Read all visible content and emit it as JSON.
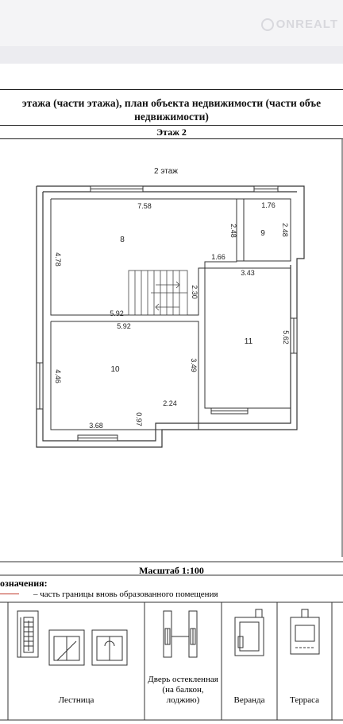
{
  "watermark": "ONREALT",
  "document": {
    "title_line1": "этажа (части этажа), план объекта недвижимости (части объе",
    "title_line2": "недвижимости)",
    "floor_header": "Этаж 2"
  },
  "plan": {
    "caption": "2 этаж",
    "rooms": [
      {
        "number": "8"
      },
      {
        "number": "9"
      },
      {
        "number": "10"
      },
      {
        "number": "11"
      }
    ],
    "dimensions": [
      "7.58",
      "4.78",
      "2.48",
      "1.76",
      "2.48",
      "1.66",
      "3.43",
      "2.30",
      "5.92",
      "5.92",
      "4.46",
      "3.49",
      "5.62",
      "2.24",
      "3.68",
      "0.97"
    ]
  },
  "scale": "Масштаб 1:100",
  "legend": {
    "title": "означения:",
    "line_note": "– часть границы вновь образованного помещения",
    "line_color": "#c0392b",
    "cells": [
      {
        "label": "Лестница"
      },
      {
        "label": "Дверь остекленная (на балкон, лоджию)"
      },
      {
        "label": "Веранда"
      },
      {
        "label": "Терраса"
      }
    ]
  }
}
